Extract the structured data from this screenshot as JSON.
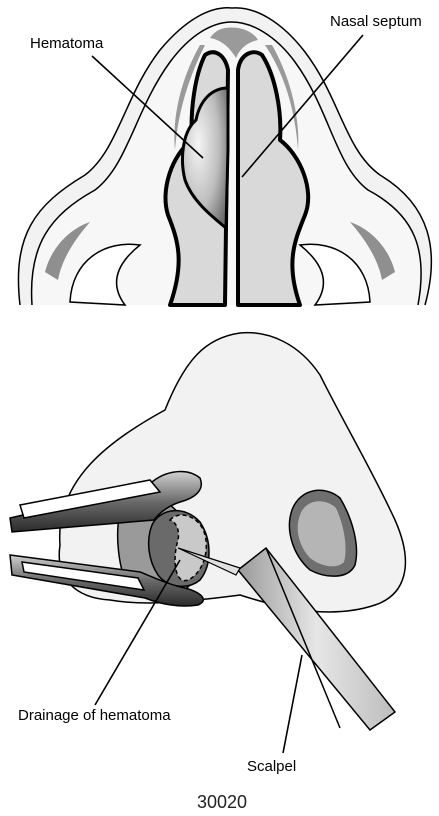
{
  "labels": {
    "hematoma": "Hematoma",
    "nasal_septum": "Nasal septum",
    "drainage": "Drainage of hematoma",
    "scalpel": "Scalpel"
  },
  "figure_number": "30020",
  "colors": {
    "outline": "#000000",
    "skin": "#f2f2f2",
    "tissue_light": "#d9d9d9",
    "tissue_mid": "#a6a6a6",
    "tissue_dark": "#555555"
  }
}
